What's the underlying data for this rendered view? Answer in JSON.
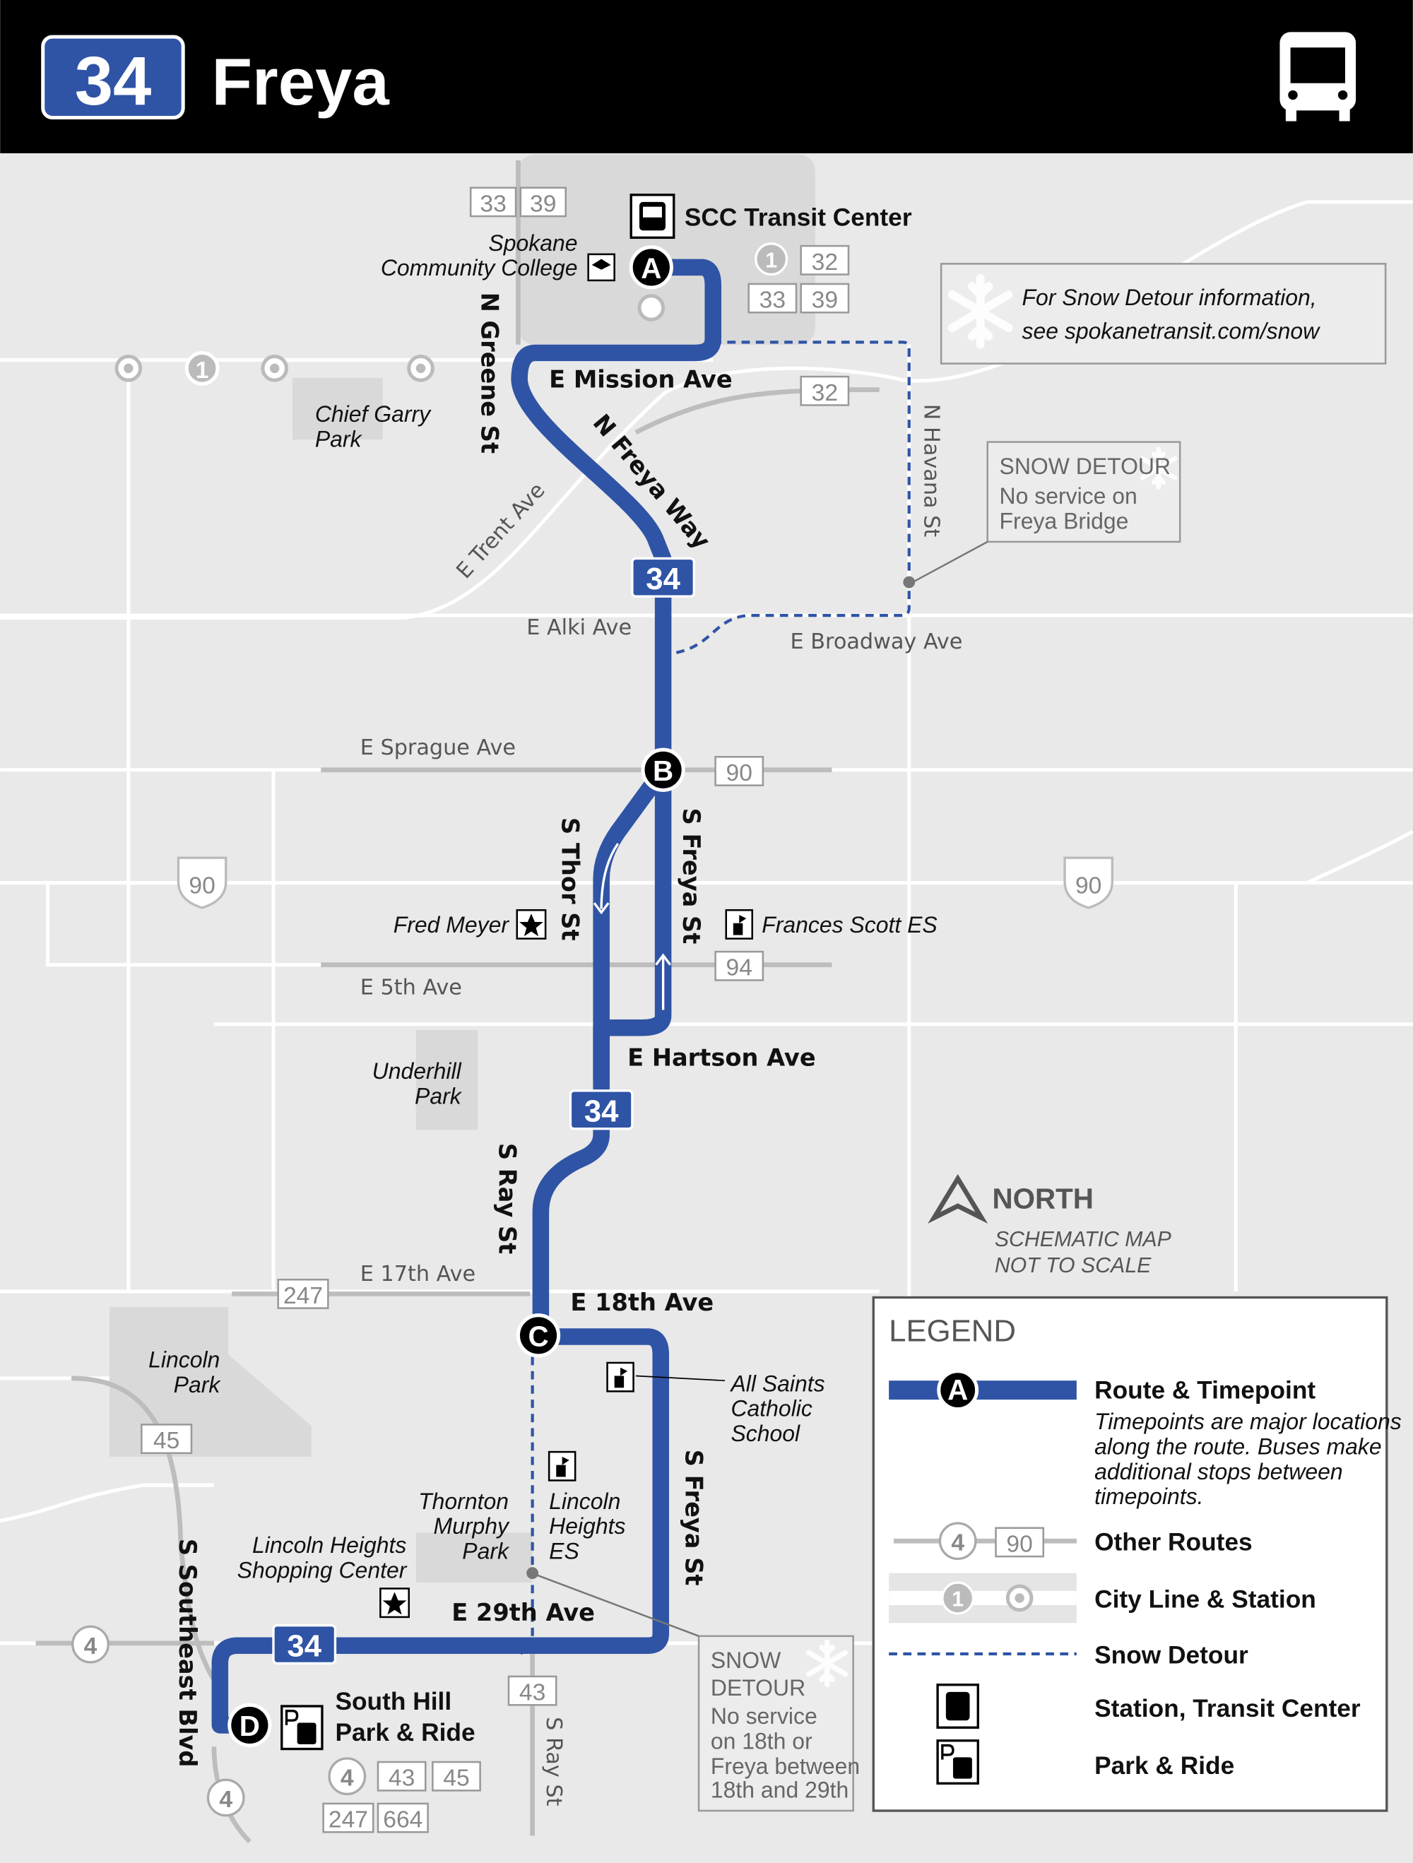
{
  "header": {
    "route_number": "34",
    "route_name": "Freya",
    "icon": "bus-icon"
  },
  "colors": {
    "route": "#2f54a5",
    "header": "#000000",
    "background": "#e9e9e9",
    "other_routes": "#bdbdbd"
  },
  "timepoints": {
    "a": "A",
    "b": "B",
    "c": "C",
    "d": "D"
  },
  "places": {
    "scc": "SCC Transit Center",
    "spokane": "Spokane",
    "cc": "Community College",
    "chief1": "Chief Garry",
    "chief2": "Park",
    "fred": "Fred Meyer",
    "frances": "Frances Scott ES",
    "under1": "Underhill",
    "under2": "Park",
    "lincolnpark1": "Lincoln",
    "lincolnpark2": "Park",
    "allsaints1": "All Saints",
    "allsaints2": "Catholic",
    "allsaints3": "School",
    "thornton1": "Thornton",
    "thornton2": "Murphy",
    "thornton3": "Park",
    "lhes1": "Lincoln",
    "lhes2": "Heights",
    "lhes3": "ES",
    "lhsc1": "Lincoln Heights",
    "lhsc2": "Shopping Center",
    "southhill1": "South Hill",
    "southhill2": "Park & Ride"
  },
  "streets": {
    "mission": "E Mission Ave",
    "greene": "N Greene St",
    "freyaway": "N Freya Way",
    "trent": "E Trent Ave",
    "havana": "N Havana St",
    "alki": "E Alki Ave",
    "broadway": "E Broadway Ave",
    "sprague": "E Sprague Ave",
    "thor": "S Thor St",
    "freya1": "S Freya St",
    "fifth": "E 5th Ave",
    "hartson": "E Hartson Ave",
    "ray": "S Ray St",
    "seventeenth": "E 17th Ave",
    "eighteenth": "E 18th Ave",
    "freya2": "S Freya St",
    "twentyninth": "E 29th Ave",
    "southeast": "S Southeast Blvd",
    "ray2": "S Ray St"
  },
  "route_badges": {
    "r3339a": "33",
    "r3339b": "39",
    "r1": "1",
    "r32a": "32",
    "r33": "33",
    "r39": "39",
    "r32b": "32",
    "r90": "90",
    "r94": "94",
    "r247": "247",
    "r45": "45",
    "r4a": "4",
    "r43": "43",
    "r4b": "4",
    "r4c": "4",
    "r43b": "43",
    "r45b": "45",
    "r247b": "247",
    "r664": "664",
    "i90a": "90",
    "i90b": "90",
    "rcity": "1",
    "r34a": "34",
    "r34b": "34",
    "r34c": "34"
  },
  "snow_info": {
    "line1": "For Snow Detour information,",
    "line2": "see spokanetransit.com/snow"
  },
  "snow_detour_1": {
    "title": "SNOW DETOUR",
    "line1": "No service on",
    "line2": "Freya Bridge"
  },
  "snow_detour_2": {
    "title1": "SNOW",
    "title2": "DETOUR",
    "line1": "No service",
    "line2": "on 18th or",
    "line3": "Freya between",
    "line4": "18th and 29th"
  },
  "north": {
    "label": "NORTH",
    "line1": "SCHEMATIC MAP",
    "line2": "NOT TO SCALE"
  },
  "legend": {
    "title": "LEGEND",
    "timepoint": "A",
    "route_timepoint": "Route & Timepoint",
    "desc1": "Timepoints are major locations",
    "desc2": "along the route. Buses make",
    "desc3": "additional stops between",
    "desc4": "timepoints.",
    "other_a": "4",
    "other_b": "90",
    "other_routes": "Other Routes",
    "city_a": "1",
    "city_line": "City Line & Station",
    "snow_detour": "Snow Detour",
    "station": "Station, Transit Center",
    "park_ride": "Park & Ride"
  }
}
